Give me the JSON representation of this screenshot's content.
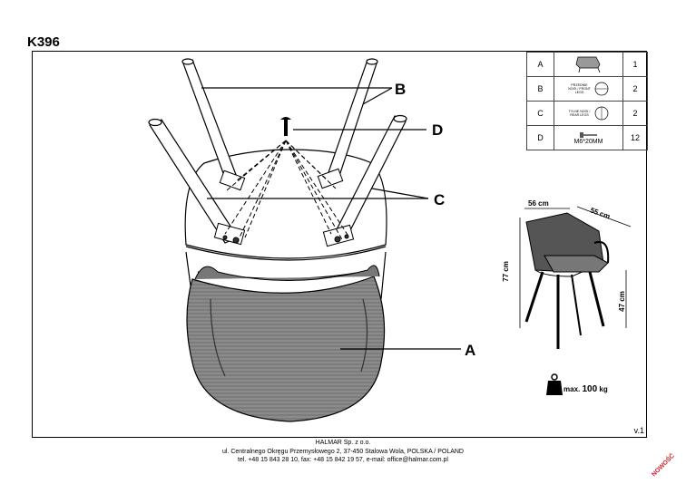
{
  "model": "K396",
  "version": "v.1",
  "callouts": {
    "a": "A",
    "b": "B",
    "c": "C",
    "d": "D"
  },
  "parts": [
    {
      "id": "A",
      "desc": "",
      "qty": "1"
    },
    {
      "id": "B",
      "desc": "PRZEDNIE NOGI / FRONT LEGS",
      "qty": "2"
    },
    {
      "id": "C",
      "desc": "TYLNE NOGI / REAR LEGS",
      "qty": "2"
    },
    {
      "id": "D",
      "desc": "M6*20MM",
      "qty": "12"
    }
  ],
  "dimensions": {
    "width": "56 cm",
    "depth": "55 cm",
    "height": "77 cm",
    "seat_height": "47 cm"
  },
  "max_load": {
    "prefix": "max.",
    "value": "100",
    "unit": "kg"
  },
  "footer": {
    "company": "HALMAR Sp. z o.o.",
    "address": "ul. Centralnego Okręgu Przemysłowego 2, 37-450 Stalowa Wola, POLSKA / POLAND",
    "contact": "tel. +48 15 843 28 10, fax: +48 15 842 19 57, e-mail: office@halmar.com.pl"
  },
  "badge": "NOWOŚĆ"
}
